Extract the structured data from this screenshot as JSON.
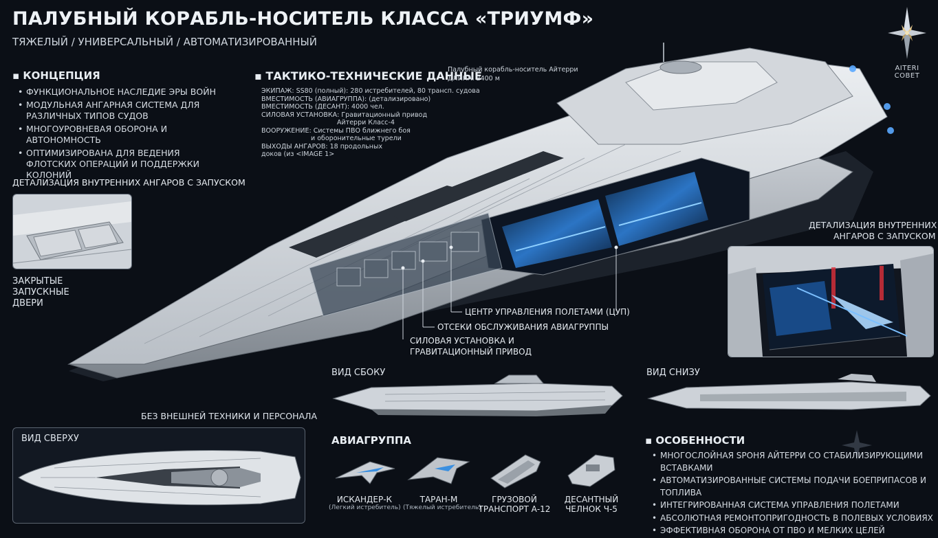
{
  "header": {
    "title": "ПАЛУБНЫЙ КОРАБЛЬ-НОСИТЕЛЬ КЛАССА «ТРИУМФ»",
    "subtitle": "ТЯЖЕЛЫЙ / УНИВЕРСАЛЬНЫЙ / АВТОМАТИЗИРОВАННЫЙ"
  },
  "logo": {
    "text": "AITERI COBET",
    "icon": "compass-star-icon"
  },
  "concept": {
    "heading": "КОНЦЕПЦИЯ",
    "items": [
      "ФУНКЦИОНАЛЬНОЕ НАСЛЕДИЕ ЭРЫ ВОЙН",
      "МОДУЛЬНАЯ АНГАРНАЯ СИСТЕМА ДЛЯ РАЗЛИЧНЫХ ТИПОВ СУДОВ",
      "МНОГОУРОВНЕВАЯ ОБОРОНА И АВТОНОМНОСТЬ",
      "ОПТИМИЗИРОВАНА ДЛЯ ВЕДЕНИЯ ФЛОТСКИХ ОПЕРАЦИЙ И ПОДДЕРЖКИ КОЛОНИЙ"
    ]
  },
  "specs": {
    "heading": "ТАКТИКО-ТЕХНИЧЕСКИЕ ДАННЫЕ",
    "note_line1": "Палубный корабль-носитель Айтерри",
    "note_line2": "ДЛИНА: 2400 м",
    "rows": [
      "ЭКИПАЖ: SS80 (полный): 280 истребителей, 80 трансп. судова",
      "ВМЕСТИМОСТЬ (АВИАГРУППА): (детализировано)",
      "ВМЕСТИМОСТЬ (ДЕСАНТ): 4000 чел.",
      "СИЛОВАЯ УСТАНОВКА: Гравитационный привод",
      "Айтерри Класс-4",
      "ВООРУЖЕНИЕ: Системы ПВО ближнего боя",
      "и оборонительные турели",
      "ВЫХОДЫ АНГАРОВ: 18 продольных",
      "доков (из <IMAGE 1>"
    ]
  },
  "left_inset": {
    "heading": "ДЕТАЛИЗАЦИЯ ВНУТРЕННИХ АНГАРОВ С ЗАПУСКОМ",
    "caption_line1": "ЗАКРЫТЫЕ",
    "caption_line2": "ЗАПУСКНЫЕ",
    "caption_line3": "ДВЕРИ"
  },
  "right_inset": {
    "heading_line1": "ДЕТАЛИЗАЦИЯ ВНУТРЕННИХ",
    "heading_line2": "АНГАРОВ С ЗАПУСКОМ"
  },
  "callouts": {
    "flight_control": "ЦЕНТР УПРАВЛЕНИЯ ПОЛЕТАМИ (ЦУП)",
    "maintenance": "ОТСЕКИ ОБСЛУЖИВАНИЯ АВИАГРУППЫ",
    "power_line1": "СИЛОВАЯ УСТАНОВКА И",
    "power_line2": "ГРАВИТАЦИОННЫЙ ПРИВОД"
  },
  "views": {
    "side": "ВИД СБОКУ",
    "bottom": "ВИД СНИЗУ",
    "top": "ВИД СВЕРХУ",
    "no_external": "БЕЗ ВНЕШНЕЙ ТЕХНИКИ И ПЕРСОНАЛА"
  },
  "airgroup": {
    "heading": "АВИАГРУППА",
    "craft": [
      {
        "name": "ИСКАНДЕР-К",
        "sub": "(Легкий истребитель)"
      },
      {
        "name": "ТАРАН-М",
        "sub": "(Тяжелый истребитель)"
      },
      {
        "name": "ГРУЗОВОЙ",
        "sub": "ТРАНСПОРТ А-12"
      },
      {
        "name": "ДЕСАНТНЫЙ",
        "sub": "ЧЕЛНОК Ч-5"
      }
    ]
  },
  "features": {
    "heading": "ОСОБЕННОСТИ",
    "items": [
      "МНОГОСЛОЙНАЯ SРОНЯ АЙТЕРРИ СО СТАБИЛИЗИРУЮЩИМИ ВСТАВКАМИ",
      "АВТОМАТИЗИРОВАННЫЕ СИСТЕМЫ ПОДАЧИ БОЕПРИПАСОВ И ТОПЛИВА",
      "ИНТЕГРИРОВАННАЯ СИСТЕМА УПРАВЛЕНИЯ ПОЛЕТАМИ",
      "АБСОЛЮТНАЯ РЕМОНТОПРИГОДНОСТЬ В ПОЛЕВЫХ УСЛОВИЯХ",
      "ЭФФЕКТИВНАЯ ОБОРОНА ОТ ПВО И МЕЛКИХ ЦЕЛЕЙ"
    ]
  },
  "colors": {
    "background": "#0b0f16",
    "hull": "#d9dde2",
    "hangar_glow": "#3a8fe0",
    "warning_red": "#e0303a"
  }
}
